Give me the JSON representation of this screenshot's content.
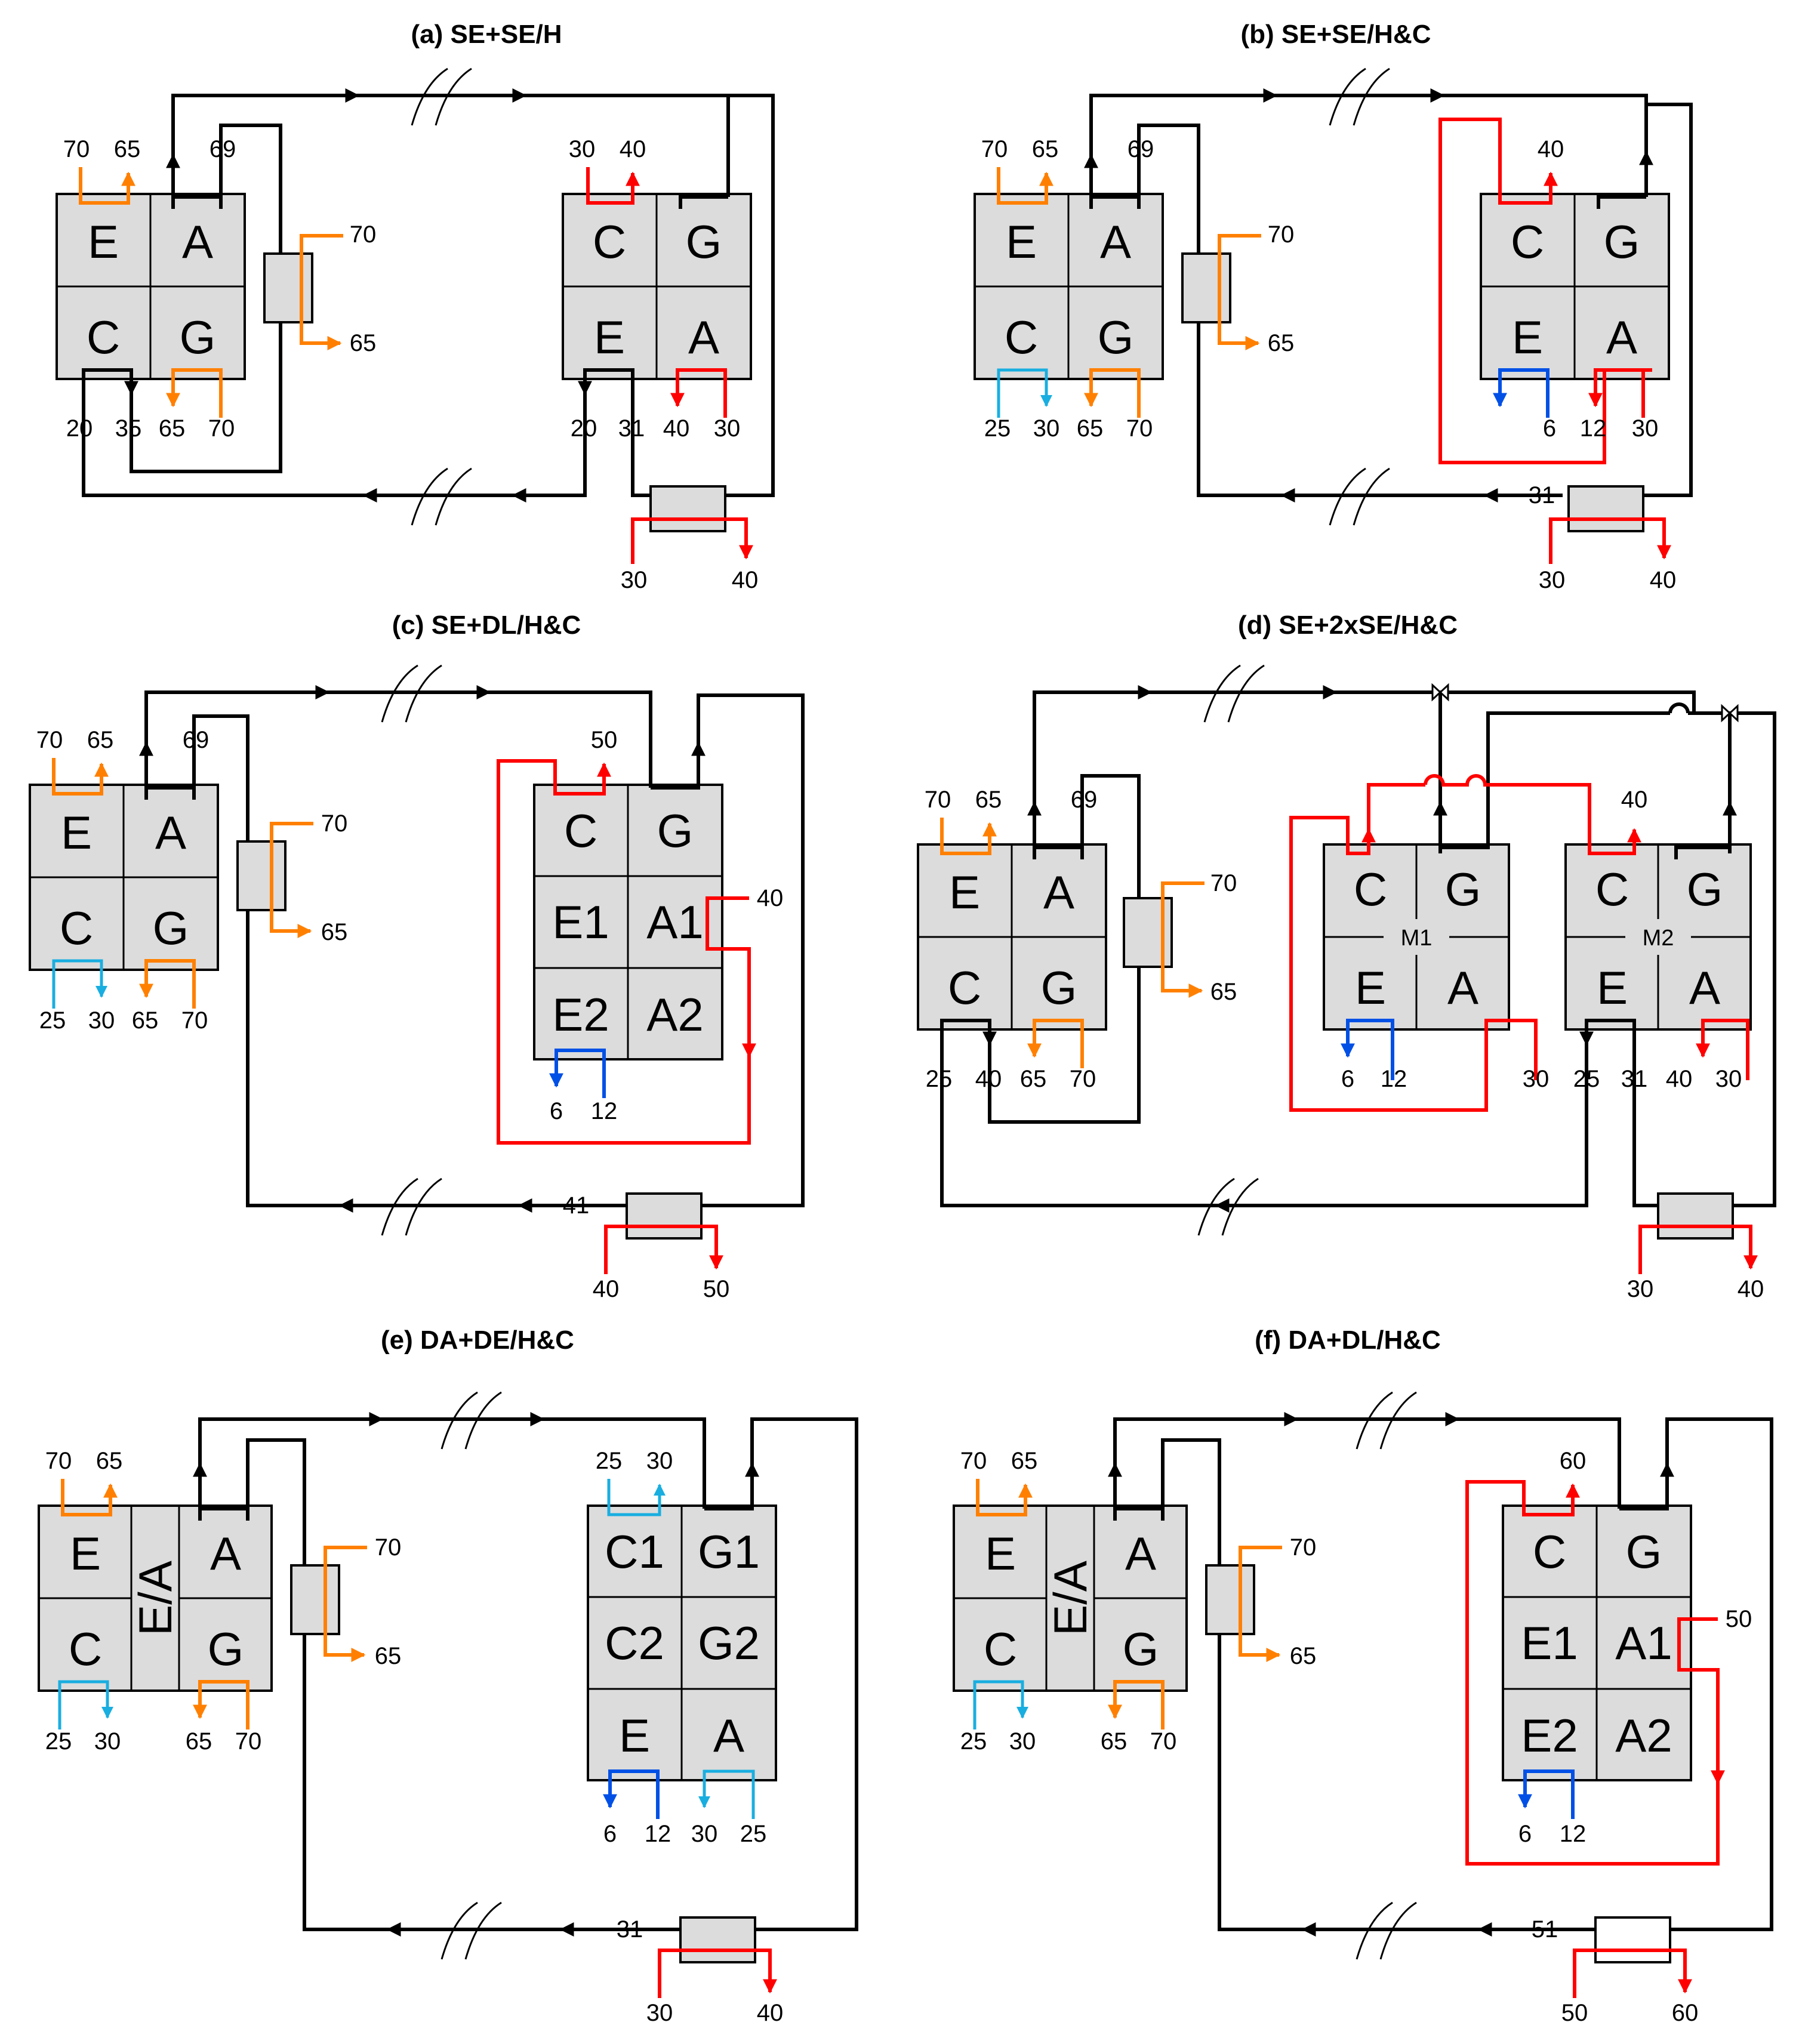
{
  "colors": {
    "refrigerant": "#000000",
    "hot_water": "#ff8000",
    "cooling_water": "#ff0000",
    "chilled_water": "#0050e6",
    "cooling_water_low": "#19aee0",
    "component_fill": "#dcdcdc"
  },
  "panels": {
    "a": {
      "title": "(a) SE+SE/H",
      "left_unit": {
        "tl": "E",
        "tr": "A",
        "bl": "C",
        "br": "G"
      },
      "right_unit": {
        "tl": "C",
        "tr": "G",
        "bl": "E",
        "br": "A"
      },
      "labels": {
        "e_in": "70",
        "e_out": "65",
        "a_out": "69",
        "hx_in": "70",
        "hx_out": "65",
        "c_left": "20",
        "c_right": "35",
        "g_out": "65",
        "g_in": "70",
        "rc_in": "30",
        "rc_out": "40",
        "re_left": "20",
        "re_right": "31",
        "ra_out": "40",
        "ra_in": "30",
        "hx2_in": "30",
        "hx2_out": "40"
      }
    },
    "b": {
      "title": "(b) SE+SE/H&C",
      "left_unit": {
        "tl": "E",
        "tr": "A",
        "bl": "C",
        "br": "G"
      },
      "right_unit": {
        "tl": "C",
        "tr": "G",
        "bl": "E",
        "br": "A"
      },
      "labels": {
        "e_in": "70",
        "e_out": "65",
        "a_out": "69",
        "hx_in": "70",
        "hx_out": "65",
        "c_in": "25",
        "c_out": "30",
        "g_out": "65",
        "g_in": "70",
        "rc_out": "40",
        "re_out": "6",
        "re_in": "12",
        "ra_in": "30",
        "line_temp": "31",
        "hx2_in": "30",
        "hx2_out": "40"
      }
    },
    "c": {
      "title": "(c) SE+DL/H&C",
      "left_unit": {
        "tl": "E",
        "tr": "A",
        "bl": "C",
        "br": "G"
      },
      "right_unit": {
        "r1l": "C",
        "r1r": "G",
        "r2l": "E1",
        "r2r": "A1",
        "r3l": "E2",
        "r3r": "A2"
      },
      "labels": {
        "e_in": "70",
        "e_out": "65",
        "a_out": "69",
        "hx_in": "70",
        "hx_out": "65",
        "c_in": "25",
        "c_out": "30",
        "g_out": "65",
        "g_in": "70",
        "rc_out": "50",
        "a1_in": "40",
        "e2_out": "6",
        "e2_in": "12",
        "line_temp": "41",
        "hx2_in": "40",
        "hx2_out": "50"
      }
    },
    "d": {
      "title": "(d) SE+2xSE/H&C",
      "left_unit": {
        "tl": "E",
        "tr": "A",
        "bl": "C",
        "br": "G"
      },
      "m1": {
        "tl": "C",
        "tr": "G",
        "bl": "E",
        "br": "A",
        "name": "M1"
      },
      "m2": {
        "tl": "C",
        "tr": "G",
        "bl": "E",
        "br": "A",
        "name": "M2"
      },
      "labels": {
        "e_in": "70",
        "e_out": "65",
        "a_out": "69",
        "hx_in": "70",
        "hx_out": "65",
        "c_left": "25",
        "c_right": "40",
        "g_out": "65",
        "g_in": "70",
        "m1_e_out": "6",
        "m1_e_in": "12",
        "m1_a_in": "30",
        "m2_c_out": "40",
        "m2_e_left": "25",
        "m2_e_right": "31",
        "m2_a_out": "40",
        "m2_a_in": "30",
        "hx2_in": "30",
        "hx2_out": "40"
      }
    },
    "e": {
      "title": "(e) DA+DE/H&C",
      "left_unit": {
        "tl": "E",
        "mid": "E/A",
        "tr": "A",
        "bl": "C",
        "br": "G"
      },
      "right_unit": {
        "r1l": "C1",
        "r1r": "G1",
        "r2l": "C2",
        "r2r": "G2",
        "r3l": "E",
        "r3r": "A"
      },
      "labels": {
        "e_in": "70",
        "e_out": "65",
        "hx_in": "70",
        "hx_out": "65",
        "c_in": "25",
        "c_out": "30",
        "g_out": "65",
        "g_in": "70",
        "c1_in": "25",
        "c1_out": "30",
        "re_out": "6",
        "re_in": "12",
        "ra_out": "30",
        "ra_in": "25",
        "line_temp": "31",
        "hx2_in": "30",
        "hx2_out": "40"
      }
    },
    "f": {
      "title": "(f) DA+DL/H&C",
      "left_unit": {
        "tl": "E",
        "mid": "E/A",
        "tr": "A",
        "bl": "C",
        "br": "G"
      },
      "right_unit": {
        "r1l": "C",
        "r1r": "G",
        "r2l": "E1",
        "r2r": "A1",
        "r3l": "E2",
        "r3r": "A2"
      },
      "labels": {
        "e_in": "70",
        "e_out": "65",
        "hx_in": "70",
        "hx_out": "65",
        "c_in": "25",
        "c_out": "30",
        "g_out": "65",
        "g_in": "70",
        "rc_out": "60",
        "a1_in": "50",
        "e2_out": "6",
        "e2_in": "12",
        "line_temp": "51",
        "hx2_in": "50",
        "hx2_out": "60"
      }
    }
  }
}
